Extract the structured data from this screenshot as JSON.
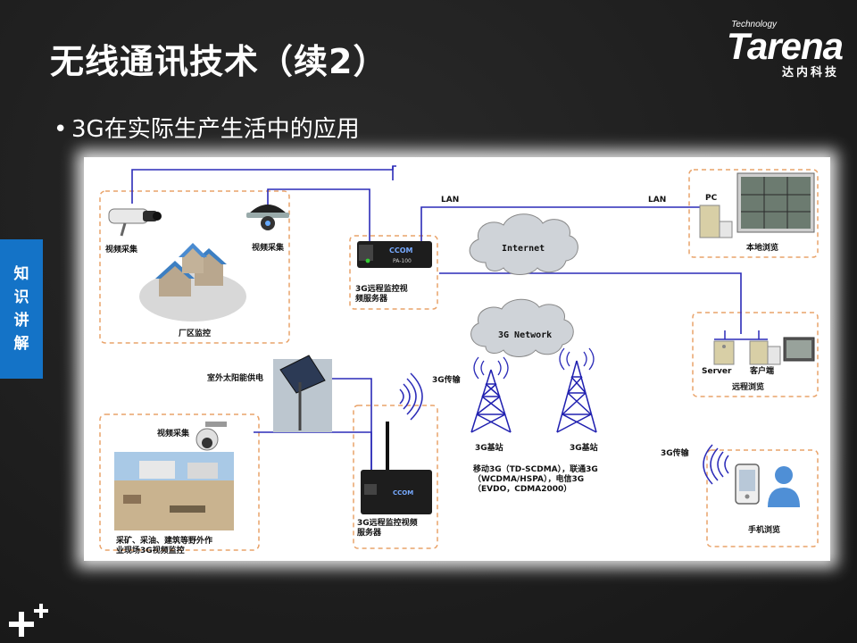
{
  "slide": {
    "title": "无线通讯技术（续2）",
    "bullet": "3G在实际生产生活中的应用",
    "side_tab": [
      "知",
      "识",
      "讲",
      "解"
    ]
  },
  "logo": {
    "small": "Technology",
    "brand": "Tarena",
    "cn": "达内科技"
  },
  "diagram": {
    "factory": {
      "cam1": "视频采集",
      "cam2": "视频采集",
      "caption": "厂区监控"
    },
    "server_top": {
      "device_brand": "CCOM",
      "device_model": "PA-100",
      "caption1": "3G远程监控视",
      "caption2": "频服务器"
    },
    "lan1": "LAN",
    "lan2": "LAN",
    "local": {
      "pc": "PC",
      "caption": "本地浏览"
    },
    "cloud_internet": "Internet",
    "cloud_3g": "3G Network",
    "remote": {
      "server": "Server",
      "client": "客户端",
      "caption": "远程浏览"
    },
    "solar": "室外太阳能供电",
    "trans1": "3G传输",
    "trans2": "3G传输",
    "field": {
      "cam": "视频采集",
      "caption1": "采矿、采油、建筑等野外作",
      "caption2": "业现场3G视频监控"
    },
    "server_bottom": {
      "device_brand": "CCOM",
      "caption1": "3G远程监控视频",
      "caption2": "服务器"
    },
    "base1": "3G基站",
    "base2": "3G基站",
    "carriers": [
      "移动3G（TD-SCDMA），联通3G",
      "（WCDMA/HSPA），电信3G",
      "（EVDO，CDMA2000）"
    ],
    "mobile": "手机浏览"
  }
}
